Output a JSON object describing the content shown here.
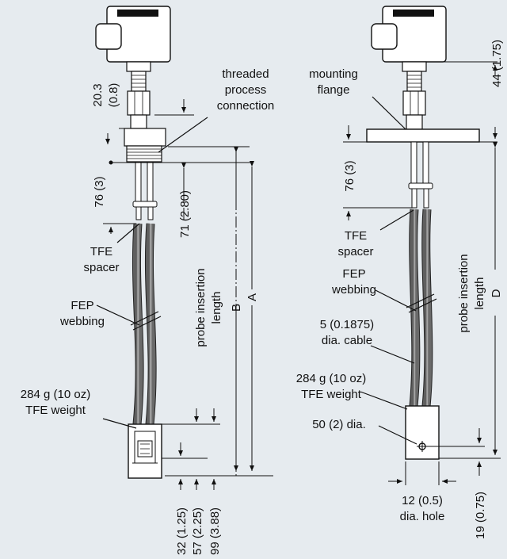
{
  "left": {
    "threaded_process_connection": [
      "threaded",
      "process",
      "connection"
    ],
    "dim_20_3": "20.3",
    "dim_0_8": "(0.8)",
    "dim_76_3": "76 (3)",
    "dim_71": "71 (2.80)",
    "tfe_spacer": [
      "TFE",
      "spacer"
    ],
    "fep_webbing": [
      "FEP",
      "webbing"
    ],
    "probe_insertion_length": [
      "probe insertion",
      "length"
    ],
    "label_b": "B",
    "label_a": "A",
    "weight": [
      "284 g (10 oz)",
      "TFE weight"
    ],
    "bottom_dims": [
      "32 (1.25)",
      "57 (2.25)",
      "99 (3.88)"
    ]
  },
  "right": {
    "mounting_flange": [
      "mounting",
      "flange"
    ],
    "dim_44": "44 (1.75)",
    "dim_76_3": "76 (3)",
    "tfe_spacer": [
      "TFE",
      "spacer"
    ],
    "fep_webbing": [
      "FEP",
      "webbing"
    ],
    "cable": [
      "5 (0.1875)",
      "dia. cable"
    ],
    "weight": [
      "284 g (10 oz)",
      "TFE weight"
    ],
    "hole_dia": "50 (2) dia.",
    "probe_insertion_length": [
      "probe insertion",
      "length"
    ],
    "label_d": "D",
    "hole_width": [
      "12 (0.5)",
      "dia. hole"
    ],
    "dim_19": "19 (0.75)"
  },
  "colors": {
    "background": "#e6ebef",
    "housing": "#ffffff",
    "cable": "#8a8a8a",
    "line": "#111111"
  }
}
